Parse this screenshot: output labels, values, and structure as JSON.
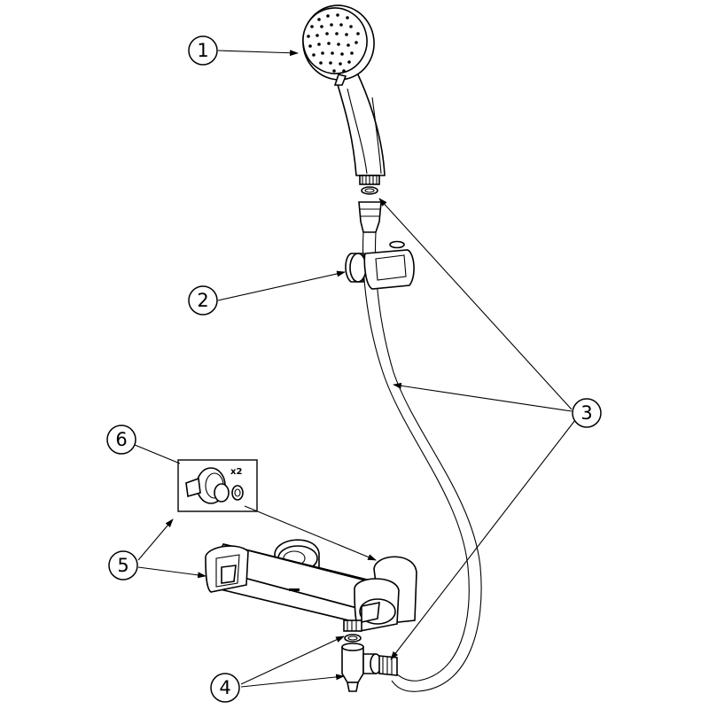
{
  "callouts": {
    "c1": "1",
    "c2": "2",
    "c3": "3",
    "c4": "4",
    "c5": "5",
    "c6": "6"
  },
  "inset": {
    "quantity": "x2"
  },
  "colors": {
    "line": "#000000",
    "background": "#ffffff"
  }
}
